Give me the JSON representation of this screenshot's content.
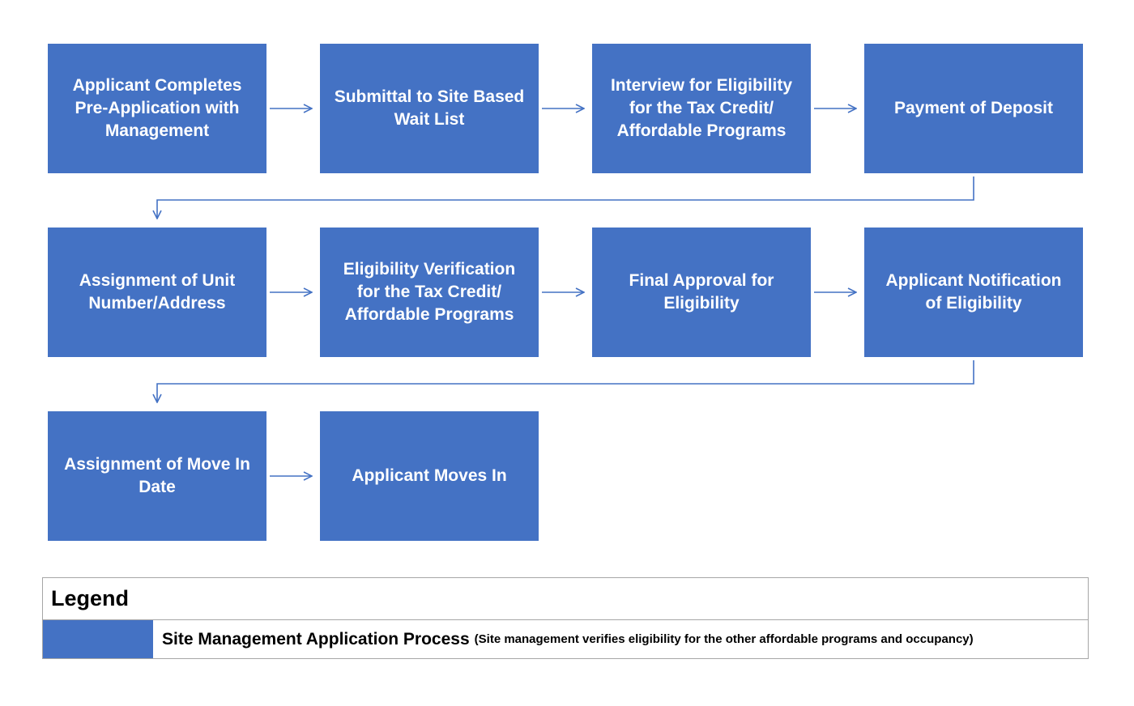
{
  "flowchart": {
    "steps": [
      "Applicant Completes Pre-Application with Management",
      "Submittal to Site Based Wait List",
      "Interview for Eligibility for the Tax Credit/ Affordable Programs",
      "Payment of Deposit",
      "Assignment of Unit Number/Address",
      "Eligibility Verification for the Tax Credit/ Affordable Programs",
      "Final Approval for Eligibility",
      "Applicant Notification of Eligibility",
      "Assignment of Move In Date",
      "Applicant Moves In"
    ],
    "box_color": "#4472c4",
    "arrow_color": "#4472c4"
  },
  "legend": {
    "title": "Legend",
    "item_label": "Site Management Application Process",
    "item_note": "(Site management verifies eligibility for the other affordable programs and occupancy)",
    "swatch_color": "#4472c4"
  }
}
